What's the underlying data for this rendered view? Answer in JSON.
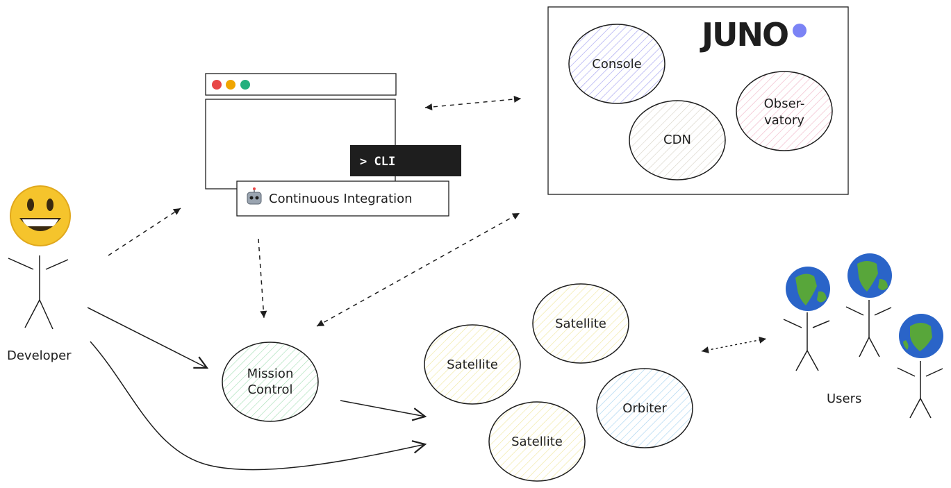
{
  "developer": {
    "label": "Developer"
  },
  "users": {
    "label": "Users"
  },
  "terminal": {
    "cli_label": "> CLI",
    "ci_label": "Continuous Integration",
    "ci_icon": "robot-icon"
  },
  "juno_panel": {
    "logo_text": "JUNO",
    "console": "Console",
    "cdn": "CDN",
    "observatory_line1": "Obser-",
    "observatory_line2": "vatory"
  },
  "mission_control": {
    "line1": "Mission",
    "line2": "Control"
  },
  "satellites": [
    "Satellite",
    "Satellite",
    "Satellite"
  ],
  "orbiter": "Orbiter",
  "colors": {
    "console": "#a5a3f0",
    "cdn": "#d8d4c8",
    "observatory": "#f0b8c8",
    "mission_control": "#a8e0b8",
    "satellite": "#f0e8a0",
    "orbiter": "#a8d4f0",
    "logo": "#1e1e1e",
    "logo_dot": "#7b83f5",
    "cli_bg": "#1e1e1e",
    "dot_red": "#e84646",
    "dot_yellow": "#f0a500",
    "dot_green": "#22b07d",
    "face": "#f5c42c",
    "earth_ocean": "#2a64c8",
    "earth_land": "#58a63a"
  }
}
